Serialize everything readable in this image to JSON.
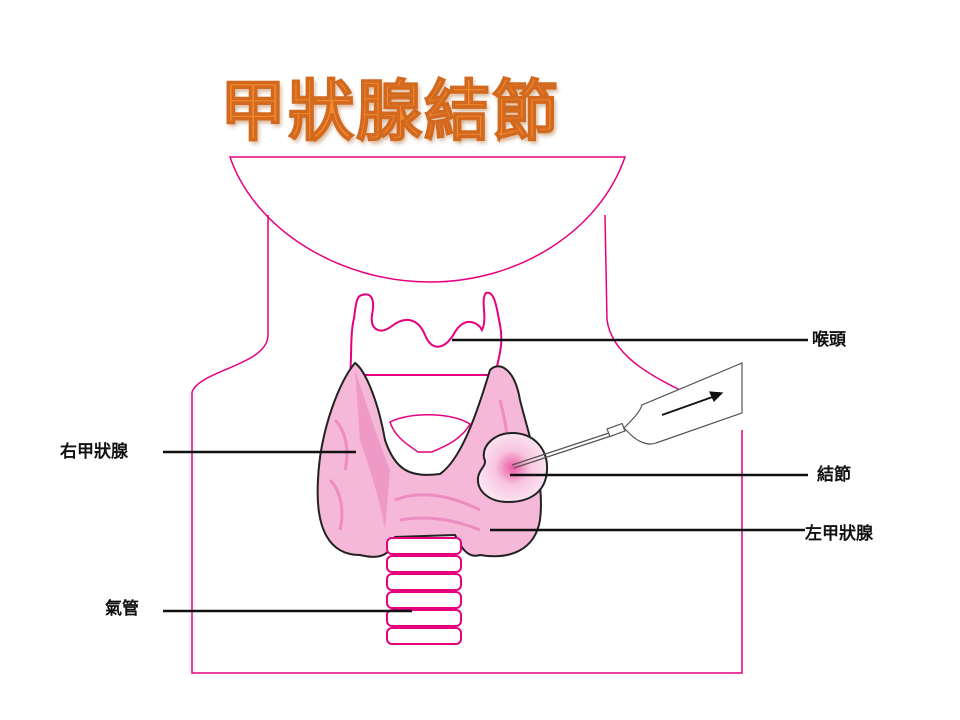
{
  "title": "甲狀腺結節",
  "labels": {
    "larynx": "喉頭",
    "right_lobe": "右甲狀腺",
    "nodule": "結節",
    "left_lobe": "左甲狀腺",
    "trachea": "氣管"
  },
  "colors": {
    "title": "#f28a2e",
    "outline": "#e6007e",
    "gland": "#f5b8d8"
  }
}
